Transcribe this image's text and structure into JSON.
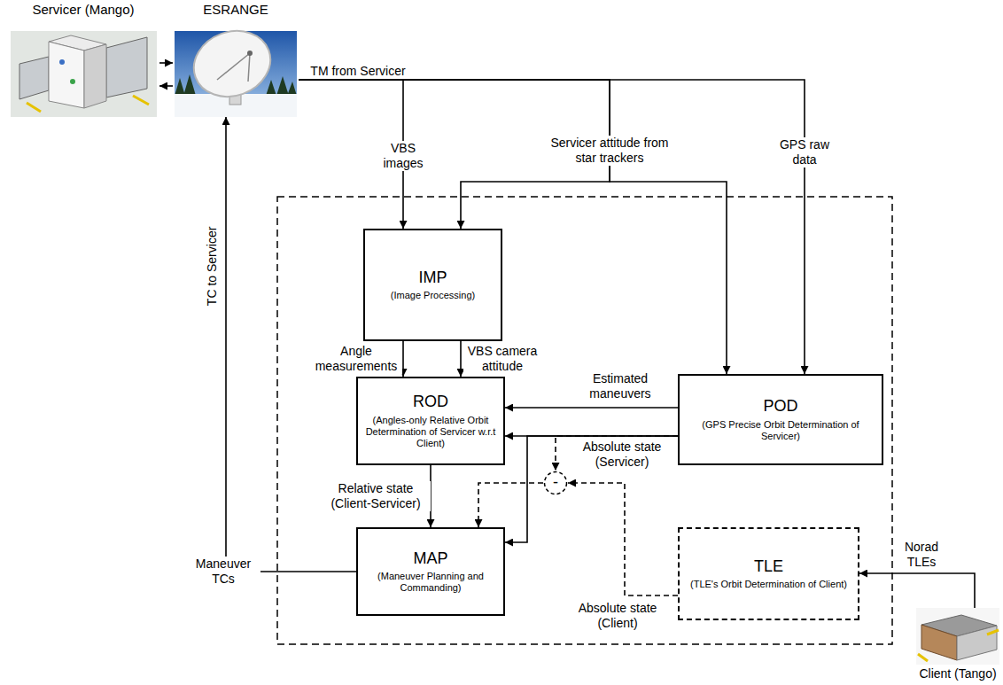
{
  "diagram": {
    "nodes": [
      {
        "text": [
          "Servicer (Mango)"
        ]
      },
      {
        "text": [
          "ESRANGE"
        ]
      },
      {
        "text": [
          "IMP",
          "(Image Processing)"
        ]
      },
      {
        "text": [
          "ROD",
          "(Angles-only Relative Orbit Determination of Servicer w.r.t Client)"
        ]
      },
      {
        "text": [
          "POD",
          "(GPS Precise Orbit Determination of Servicer)"
        ]
      },
      {
        "text": [
          "-"
        ]
      },
      {
        "text": [
          "MAP",
          "(Maneuver Planning and Commanding)"
        ]
      },
      {
        "text": [
          "TLE",
          "(TLE's Orbit Determination of Client)"
        ]
      },
      {
        "text": [
          "Client (Tango)"
        ]
      }
    ],
    "edges": [
      {
        "from": 0,
        "to": 1,
        "arrow": "to"
      },
      {
        "from": 1,
        "to": 0,
        "arrow": "to"
      },
      {
        "from": 1,
        "to": 2,
        "label": "VBS images",
        "arrow": "to"
      },
      {
        "from": 1,
        "to": 2,
        "arrow": "to"
      },
      {
        "from": 1,
        "to": 4,
        "label": "Servicer attitude from star trackers",
        "arrow": "to"
      },
      {
        "from": 1,
        "to": 4,
        "label": "GPS raw data",
        "arrow": "to"
      },
      {
        "from": 2,
        "to": 3,
        "label": "Angle measurements",
        "arrow": "to"
      },
      {
        "from": 2,
        "to": 3,
        "label": "VBS camera attitude",
        "arrow": "to"
      },
      {
        "from": 4,
        "to": 3,
        "label": "Estimated maneuvers",
        "arrow": "to"
      },
      {
        "from": 4,
        "to": 3,
        "label": "Absolute state (Servicer)",
        "arrow": "to"
      },
      {
        "from": 4,
        "to": 6,
        "arrow": "to"
      },
      {
        "from": 4,
        "to": 5,
        "arrow": "to"
      },
      {
        "from": 7,
        "to": 5,
        "label": "Absolute state (Client)",
        "arrow": "to"
      },
      {
        "from": 5,
        "to": 6,
        "arrow": "to"
      },
      {
        "from": 3,
        "to": 6,
        "label": "Relative state (Client-Servicer)",
        "arrow": "to"
      },
      {
        "from": 6,
        "to": 1,
        "label": "Maneuver TCs",
        "arrow": "to"
      },
      {
        "from": 8,
        "to": 7,
        "label": "Norad TLEs",
        "arrow": "to"
      }
    ],
    "labels": [
      "TM from Servicer",
      "TC to Servicer"
    ]
  }
}
